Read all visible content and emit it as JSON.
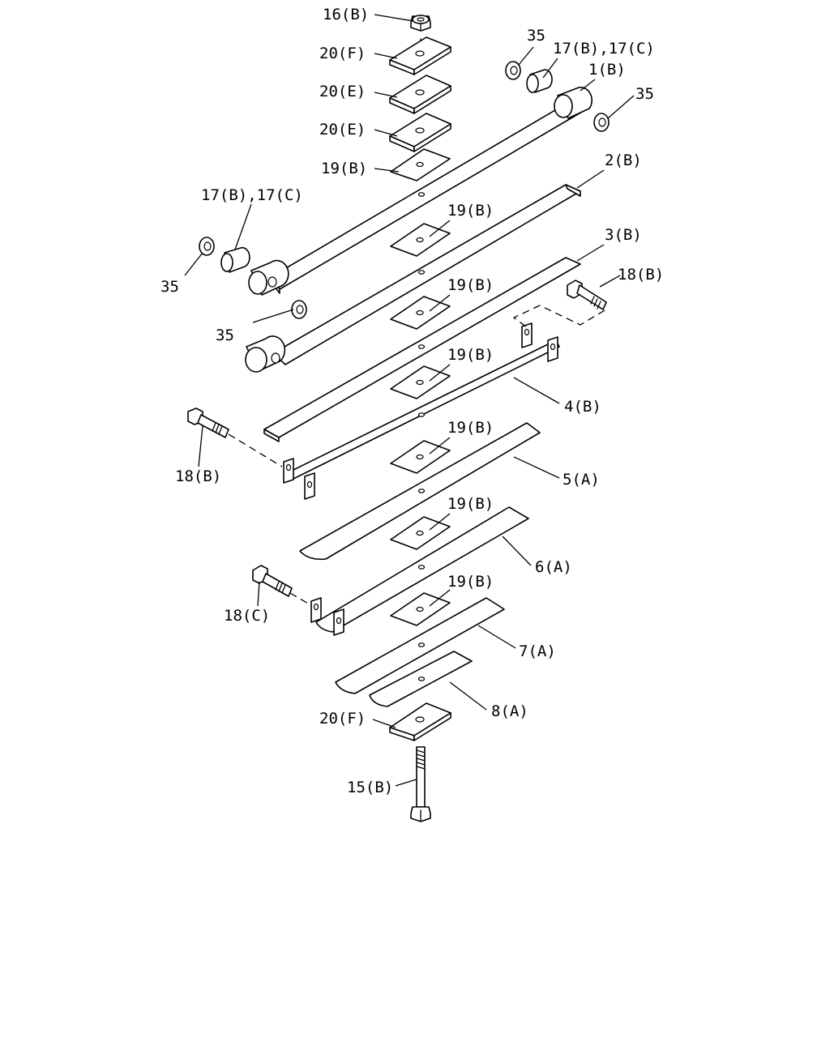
{
  "diagram": {
    "type": "exploded-parts-diagram",
    "subject": "leaf spring assembly",
    "callouts": {
      "nut_top": "16(B)",
      "plate_top": "20(F)",
      "plate_e1": "20(E)",
      "plate_e2": "20(E)",
      "pad_top": "19(B)",
      "bushing_right_label": "17(B),17(C)",
      "bushing_left_label": "17(B),17(C)",
      "seal_right_top": "35",
      "seal_right": "35",
      "seal_left_upper": "35",
      "seal_left_lower": "35",
      "leaf_1": "1(B)",
      "leaf_2": "2(B)",
      "leaf_3": "3(B)",
      "leaf_4": "4(B)",
      "leaf_5": "5(A)",
      "leaf_6": "6(A)",
      "leaf_7": "7(A)",
      "leaf_8": "8(A)",
      "pad_2": "19(B)",
      "pad_3": "19(B)",
      "pad_4": "19(B)",
      "pad_5": "19(B)",
      "pad_6": "19(B)",
      "pad_7": "19(B)",
      "bolt_right": "18(B)",
      "bolt_left": "18(B)",
      "bolt_lower": "18(C)",
      "plate_bottom": "20(F)",
      "center_bolt": "15(B)"
    }
  }
}
